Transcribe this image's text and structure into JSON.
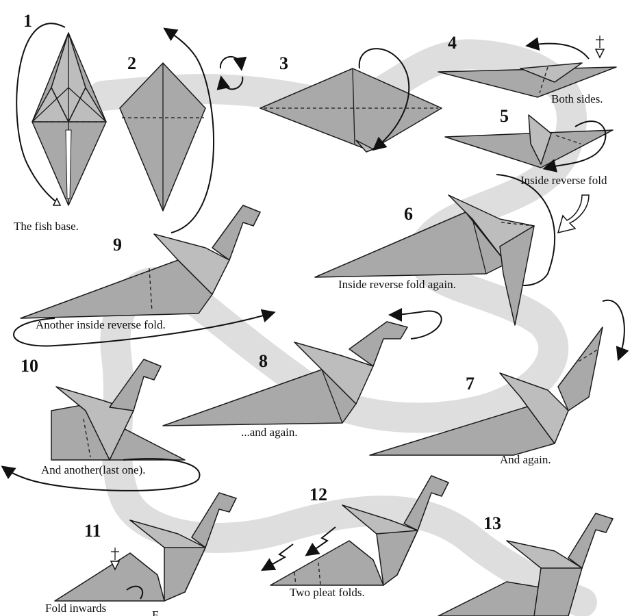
{
  "steps": [
    {
      "number": "1",
      "caption": "The fish base."
    },
    {
      "number": "2",
      "caption": ""
    },
    {
      "number": "3",
      "caption": ""
    },
    {
      "number": "4",
      "caption": "Both sides."
    },
    {
      "number": "5",
      "caption": "Inside reverse fold"
    },
    {
      "number": "6",
      "caption": "Inside reverse fold again."
    },
    {
      "number": "7",
      "caption": "And again."
    },
    {
      "number": "8",
      "caption": "...and again."
    },
    {
      "number": "9",
      "caption": "Another inside reverse fold."
    },
    {
      "number": "10",
      "caption": "And another(last one)."
    },
    {
      "number": "11",
      "caption": "Fold inwards"
    },
    {
      "number": "12",
      "caption": "Two pleat folds."
    },
    {
      "number": "13",
      "caption": ""
    }
  ],
  "footer_text": "F"
}
